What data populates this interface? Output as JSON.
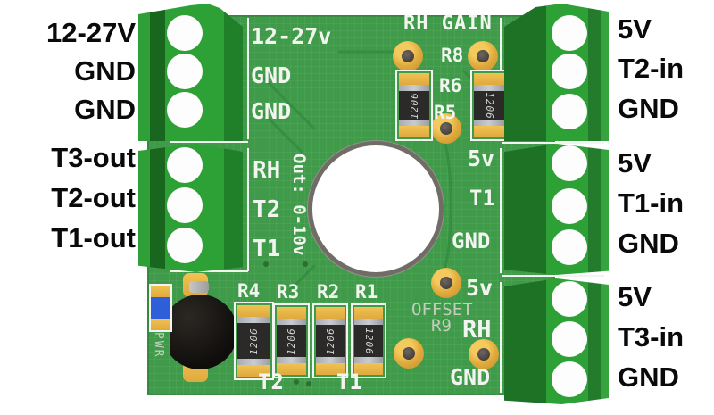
{
  "title": "Humidity-temperature interface PCB pinout",
  "labels": {
    "left": [
      "12-27V",
      "GND",
      "GND",
      "T3-out",
      "T2-out",
      "T1-out"
    ],
    "right": [
      "5V",
      "T2-in",
      "GND",
      "5V",
      "T1-in",
      "GND",
      "5V",
      "T3-in",
      "GND"
    ]
  },
  "silkscreen": {
    "power_in": [
      "12-27v",
      "GND",
      "GND"
    ],
    "outputs": [
      "RH",
      "T2",
      "T1"
    ],
    "out_range": "Out: 0-10v",
    "rh_gain_title": "RH GAIN",
    "r8": "R8",
    "r6": "R6",
    "r5": "R5",
    "mid_right": [
      "5v",
      "T1",
      "GND"
    ],
    "bottom_5v": "5v",
    "offset_title": "OFFSET",
    "r9": "R9",
    "rh": "RH",
    "bottom_gnd": "GND",
    "r4": "R4",
    "r3": "R3",
    "r2": "R2",
    "r1": "R1",
    "t2": "T2",
    "t1": "T1",
    "pwr": "PWR",
    "resistor_marking": "1206"
  },
  "colors": {
    "background": "#ffffff",
    "board_green": "#3f9b49",
    "terminal_front_green": "#2da036",
    "terminal_side_green": "#1d7226",
    "silkscreen_white": "#f2f5ef",
    "pad_gold": "#e0aa3c",
    "label_black": "#0a0a0a",
    "led_blue": "#2e5fd8"
  }
}
